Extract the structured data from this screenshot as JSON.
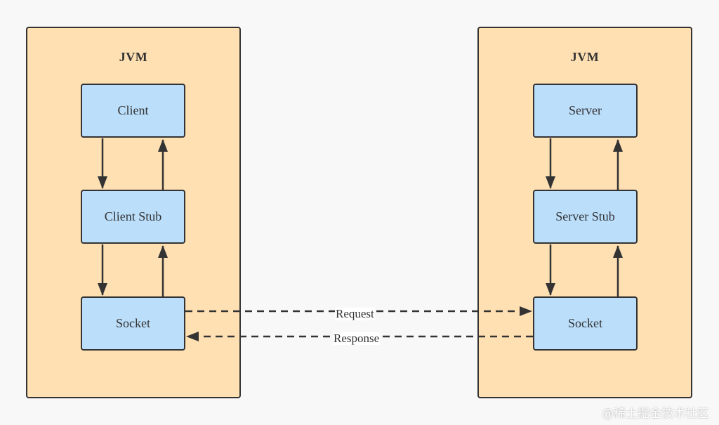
{
  "left_container": {
    "title": "JVM"
  },
  "right_container": {
    "title": "JVM"
  },
  "client_side": {
    "top": "Client",
    "middle": "Client Stub",
    "bottom": "Socket"
  },
  "server_side": {
    "top": "Server",
    "middle": "Server Stub",
    "bottom": "Socket"
  },
  "connections": {
    "request_label": "Request",
    "response_label": "Response"
  },
  "watermark": "@稀土掘金技术社区",
  "colors": {
    "background": "#f8f8f8",
    "container_fill": "#ffe0b3",
    "node_fill": "#bbdefb",
    "stroke": "#333333"
  }
}
